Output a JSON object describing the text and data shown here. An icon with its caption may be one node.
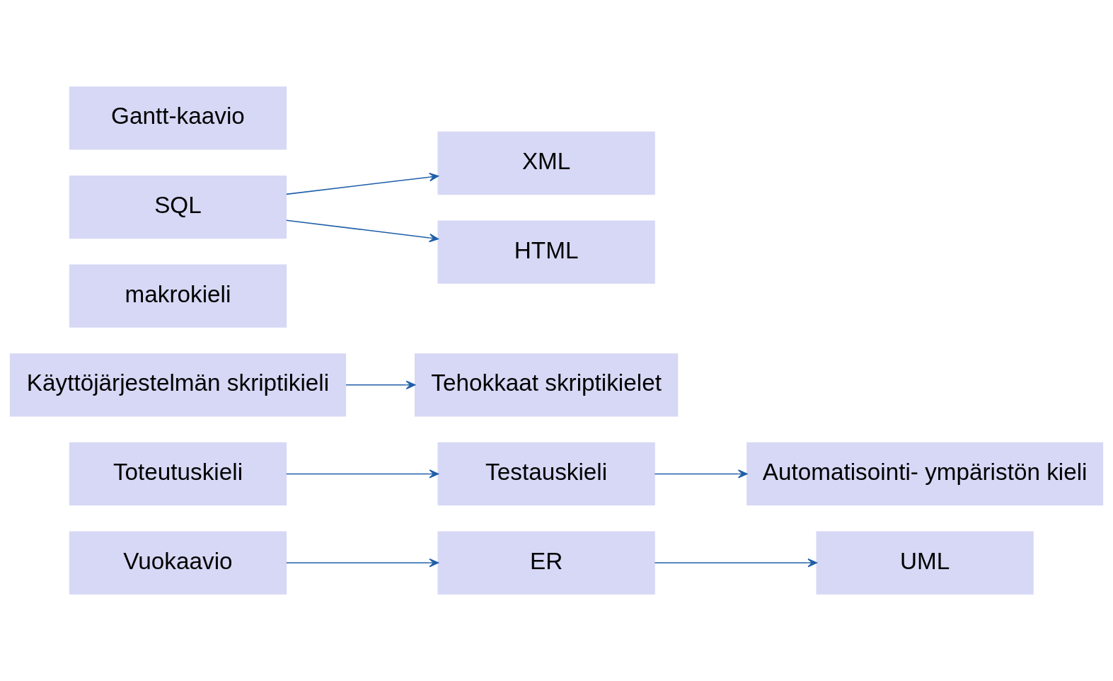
{
  "diagram": {
    "nodes": [
      {
        "text": [
          "Vuokaavio"
        ]
      },
      {
        "text": [
          "ER"
        ]
      },
      {
        "text": [
          "UML"
        ]
      },
      {
        "text": [
          "Toteutuskieli"
        ]
      },
      {
        "text": [
          "Testauskieli"
        ]
      },
      {
        "text": [
          "Automatisointi- ympäristön kieli"
        ]
      },
      {
        "text": [
          "Käyttöjärjestelmän skriptikieli"
        ]
      },
      {
        "text": [
          "Tehokkaat skriptikielet"
        ]
      },
      {
        "text": [
          "makrokieli"
        ]
      },
      {
        "text": [
          "SQL"
        ]
      },
      {
        "text": [
          "XML"
        ]
      },
      {
        "text": [
          "HTML"
        ]
      },
      {
        "text": [
          "Gantt-kaavio"
        ]
      }
    ],
    "edges": [
      {
        "from": 0,
        "to": 1,
        "arrow": "to"
      },
      {
        "from": 1,
        "to": 2,
        "arrow": "to"
      },
      {
        "from": 3,
        "to": 4,
        "arrow": "to"
      },
      {
        "from": 4,
        "to": 5,
        "arrow": "to"
      },
      {
        "from": 6,
        "to": 7,
        "arrow": "to"
      },
      {
        "from": 9,
        "to": 10,
        "arrow": "to"
      },
      {
        "from": 9,
        "to": 11,
        "arrow": "to"
      }
    ]
  }
}
